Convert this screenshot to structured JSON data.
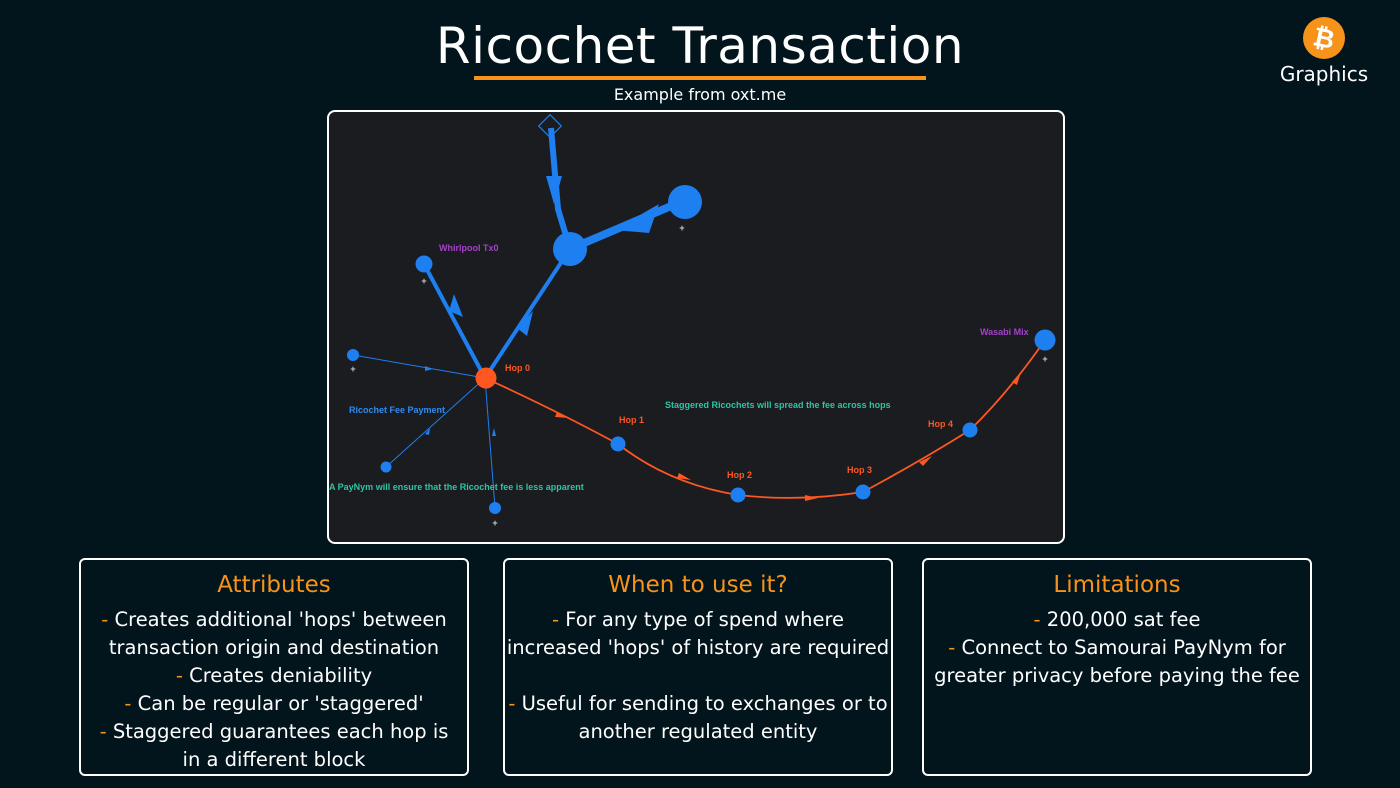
{
  "header": {
    "title": "Ricochet Transaction",
    "subtitle": "Example from oxt.me"
  },
  "brand": {
    "icon": "bitcoin-icon",
    "label": "Graphics",
    "accent": "#f7931a"
  },
  "diagram": {
    "labels": {
      "whirlpool": "Whirlpool Tx0",
      "hop0": "Hop 0",
      "hop1": "Hop 1",
      "hop2": "Hop 2",
      "hop3": "Hop 3",
      "hop4": "Hop 4",
      "wasabi": "Wasabi Mix",
      "fee_payment": "Ricochet Fee Payment",
      "staggered_note": "Staggered Ricochets will spread the fee across hops",
      "paynym_note": "A PayNym will ensure that the Ricochet fee is less apparent",
      "expand_marker": "+"
    },
    "colors": {
      "input_node": "#1e7ff0",
      "ricochet_node": "#ff5722",
      "label_hop": "#ff5722",
      "label_purple": "#a243c7",
      "label_blue": "#2f8cf5",
      "label_teal": "#2ec4a6"
    }
  },
  "cards": [
    {
      "title": "Attributes",
      "lines": [
        {
          "dash": "- ",
          "text": "Creates additional 'hops' between"
        },
        {
          "dash": "",
          "text": "transaction origin and destination"
        },
        {
          "dash": "- ",
          "text": "Creates deniability"
        },
        {
          "dash": "- ",
          "text": "Can be regular or 'staggered'"
        },
        {
          "dash": "- ",
          "text": "Staggered guarantees each hop is"
        },
        {
          "dash": "",
          "text": "in a different block"
        }
      ]
    },
    {
      "title": "When to use it?",
      "lines": [
        {
          "dash": "- ",
          "text": "For any type of spend where"
        },
        {
          "dash": "",
          "text": "increased 'hops' of history are required"
        },
        {
          "dash": "- ",
          "text": "Useful for sending to exchanges or to"
        },
        {
          "dash": "",
          "text": "another regulated entity"
        }
      ]
    },
    {
      "title": "Limitations",
      "lines": [
        {
          "dash": "- ",
          "text": "200,000 sat fee"
        },
        {
          "dash": "- ",
          "text": "Connect to Samourai PayNym for"
        },
        {
          "dash": "",
          "text": "greater privacy before paying the fee"
        }
      ]
    }
  ]
}
